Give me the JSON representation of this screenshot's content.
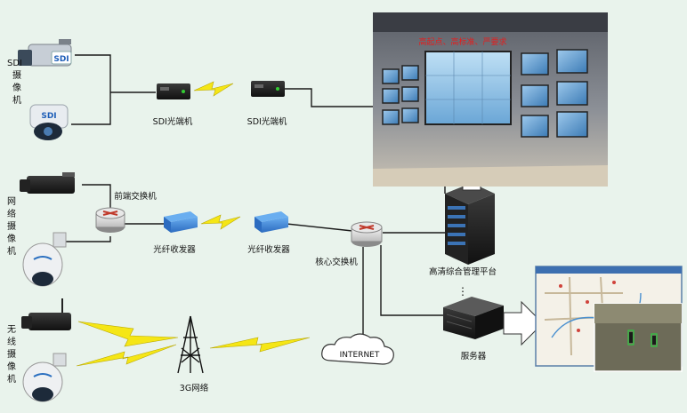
{
  "colors": {
    "background": "#e9f3ec",
    "wire": "#1a1a1a",
    "lightning": "#f5e616",
    "transceiver": "#3a7fd0",
    "router": "#c0392b",
    "banner_text": "#e02020",
    "screen": "#2c6fa6"
  },
  "labels": {
    "sdi_camera_group": "SDI摄像机",
    "network_camera_group": "网络摄像机",
    "wireless_camera_group": "无线摄像机",
    "sdi_badge_top": "SDI",
    "sdi_badge_bottom": "SDI",
    "sdi_optical_1": "SDI光端机",
    "sdi_optical_2": "SDI光端机",
    "front_switch": "前端交换机",
    "fiber_transceiver_1": "光纤收发器",
    "fiber_transceiver_2": "光纤收发器",
    "core_switch": "核心交换机",
    "platform": "高清综合管理平台",
    "dots": "⋮",
    "server": "服务器",
    "internet": "INTERNET",
    "network_3g": "3G网络",
    "wall_banner": "高起点、高标准、严要求"
  },
  "icons": [
    "sdi-box-camera-icon",
    "sdi-dome-camera-icon",
    "network-box-camera-icon",
    "network-ptz-camera-icon",
    "wireless-box-camera-icon",
    "wireless-ptz-camera-icon",
    "router-icon",
    "fiber-transceiver-icon",
    "sdi-optical-terminal-icon",
    "rack-server-icon",
    "server-icon",
    "cloud-icon",
    "tower-icon",
    "lightning-icon",
    "video-wall-photo",
    "map-screenshot"
  ]
}
